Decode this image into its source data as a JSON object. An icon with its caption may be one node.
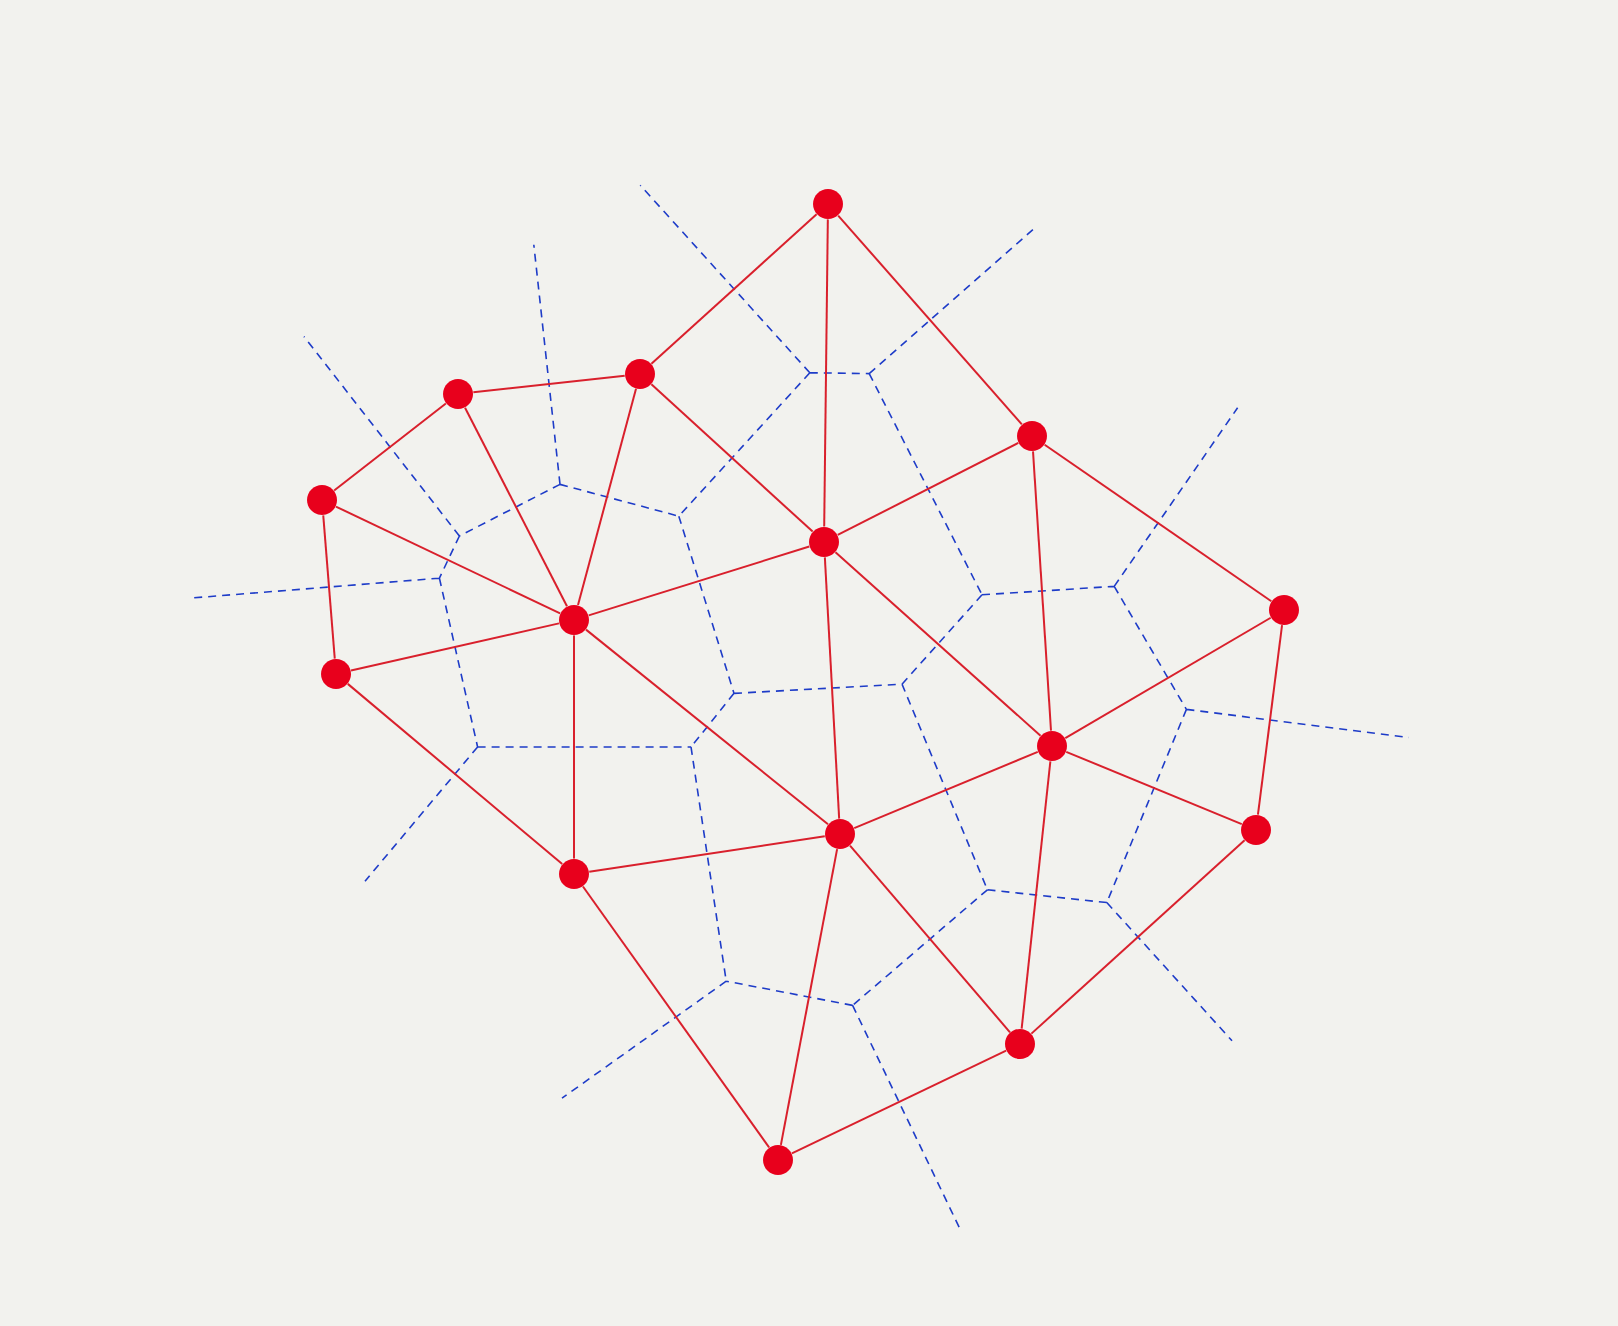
{
  "diagram": {
    "nodes": [
      {
        "text": [],
        "shape": "circle"
      },
      {
        "text": [],
        "shape": "circle"
      },
      {
        "text": [],
        "shape": "circle"
      },
      {
        "text": [],
        "shape": "circle"
      },
      {
        "text": [],
        "shape": "circle"
      },
      {
        "text": [],
        "shape": "circle"
      },
      {
        "text": [],
        "shape": "circle"
      },
      {
        "text": [],
        "shape": "circle"
      },
      {
        "text": [],
        "shape": "circle"
      },
      {
        "text": [],
        "shape": "circle"
      },
      {
        "text": [],
        "shape": "circle"
      },
      {
        "text": [],
        "shape": "circle"
      },
      {
        "text": [],
        "shape": "circle"
      },
      {
        "text": [],
        "shape": "circle"
      },
      {
        "text": [],
        "shape": "circle"
      }
    ],
    "edges": [
      {
        "from": 0,
        "to": 1,
        "arrow": "none"
      },
      {
        "from": 0,
        "to": 5,
        "arrow": "none"
      },
      {
        "from": 0,
        "to": 4,
        "arrow": "none"
      },
      {
        "from": 1,
        "to": 2,
        "arrow": "none"
      },
      {
        "from": 1,
        "to": 6,
        "arrow": "none"
      },
      {
        "from": 1,
        "to": 5,
        "arrow": "none"
      },
      {
        "from": 2,
        "to": 3,
        "arrow": "none"
      },
      {
        "from": 2,
        "to": 6,
        "arrow": "none"
      },
      {
        "from": 3,
        "to": 6,
        "arrow": "none"
      },
      {
        "from": 3,
        "to": 7,
        "arrow": "none"
      },
      {
        "from": 7,
        "to": 6,
        "arrow": "none"
      },
      {
        "from": 7,
        "to": 11,
        "arrow": "none"
      },
      {
        "from": 6,
        "to": 5,
        "arrow": "none"
      },
      {
        "from": 6,
        "to": 11,
        "arrow": "none"
      },
      {
        "from": 6,
        "to": 10,
        "arrow": "none"
      },
      {
        "from": 5,
        "to": 4,
        "arrow": "none"
      },
      {
        "from": 5,
        "to": 10,
        "arrow": "none"
      },
      {
        "from": 5,
        "to": 9,
        "arrow": "none"
      },
      {
        "from": 4,
        "to": 8,
        "arrow": "none"
      },
      {
        "from": 4,
        "to": 9,
        "arrow": "none"
      },
      {
        "from": 8,
        "to": 9,
        "arrow": "none"
      },
      {
        "from": 8,
        "to": 12,
        "arrow": "none"
      },
      {
        "from": 9,
        "to": 12,
        "arrow": "none"
      },
      {
        "from": 9,
        "to": 10,
        "arrow": "none"
      },
      {
        "from": 9,
        "to": 13,
        "arrow": "none"
      },
      {
        "from": 12,
        "to": 13,
        "arrow": "none"
      },
      {
        "from": 10,
        "to": 11,
        "arrow": "none"
      },
      {
        "from": 10,
        "to": 14,
        "arrow": "none"
      },
      {
        "from": 10,
        "to": 13,
        "arrow": "none"
      },
      {
        "from": 11,
        "to": 14,
        "arrow": "none"
      },
      {
        "from": 13,
        "to": 14,
        "arrow": "none"
      }
    ]
  }
}
